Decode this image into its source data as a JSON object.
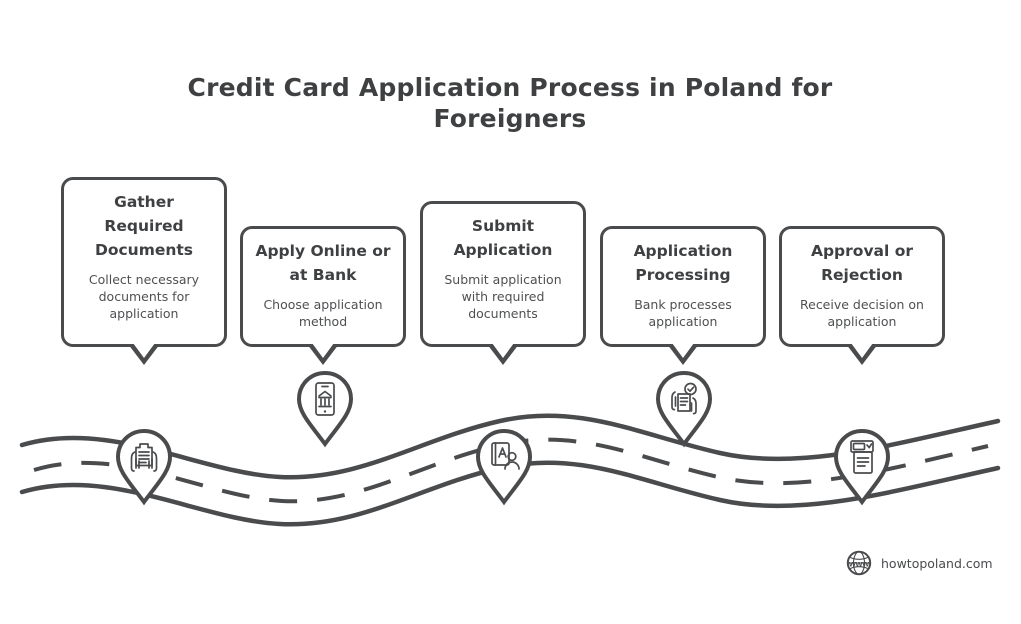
{
  "title": "Credit Card Application Process in Poland for Foreigners",
  "colors": {
    "stroke": "#4a4b4d",
    "title_text": "#3f4042",
    "body_text": "#4f5052",
    "background": "#ffffff"
  },
  "steps": [
    {
      "title": "Gather Required Documents",
      "description": "Collect necessary documents for application",
      "icon": "hands-holding-document-icon"
    },
    {
      "title": "Apply Online or at Bank",
      "description": "Choose application method",
      "icon": "smartphone-bank-icon"
    },
    {
      "title": "Submit Application",
      "description": "Submit application with required documents",
      "icon": "id-card-person-icon"
    },
    {
      "title": "Application Processing",
      "description": "Bank processes application",
      "icon": "hands-document-check-icon"
    },
    {
      "title": "Approval or Rejection",
      "description": "Receive decision on application",
      "icon": "certificate-check-icon"
    }
  ],
  "footer": {
    "brand": "howtopoland.com",
    "icon": "www-globe-icon",
    "icon_label": "www"
  }
}
